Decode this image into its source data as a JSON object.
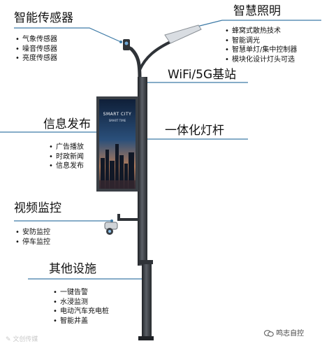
{
  "sections": {
    "sensors": {
      "title": "智能传感器",
      "items": [
        "气象传感器",
        "噪音传感器",
        "亮度传感器"
      ]
    },
    "lighting": {
      "title": "智慧照明",
      "items": [
        "蜂窝式散热技术",
        "智能调光",
        "智慧单灯/集中控制器",
        "模块化设计灯头可选"
      ]
    },
    "wifi": {
      "title": "WiFi/5G基站"
    },
    "info": {
      "title": "信息发布",
      "items": [
        "广告播放",
        "时政新闻",
        "信息发布"
      ]
    },
    "pole": {
      "title": "一体化灯杆"
    },
    "video": {
      "title": "视频监控",
      "items": [
        "安防监控",
        "停车监控"
      ]
    },
    "other": {
      "title": "其他设施",
      "items": [
        "一键告警",
        "水浸监测",
        "电动汽车充电桩",
        "智能井盖"
      ]
    }
  },
  "screen": {
    "title": "SMART CITY",
    "subtitle": "SMART TIME"
  },
  "watermark": "文创传媒",
  "credit": "鸣志自控",
  "colors": {
    "pole": "#2f3338",
    "pole_highlight": "#5a5f66",
    "leader": "#3d7aa6",
    "screen_sky": "#1f3f66",
    "screen_glow": "#e0a070"
  },
  "icons": [
    "camera-icon",
    "sensor-pod-icon",
    "wechat-credit-icon"
  ]
}
